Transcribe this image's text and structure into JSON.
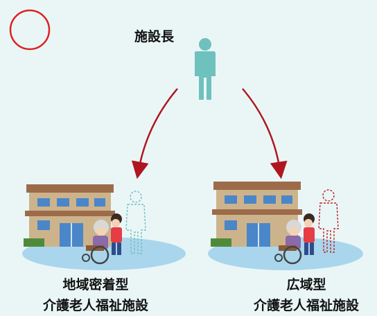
{
  "title": "施設長",
  "left_facility": {
    "line1": "地域密着型",
    "line2": "介護老人福祉施設"
  },
  "right_facility": {
    "line1": "広域型",
    "line2": "介護老人福祉施設"
  },
  "colors": {
    "background": "#eaf6f6",
    "person": "#6fc1be",
    "arrow": "#b01520",
    "circle_mark": "#e02020",
    "ghost_left": "#6fc1be",
    "ghost_right": "#c0202a",
    "building": "#c9b08a",
    "roof": "#9c6b4a"
  },
  "icons": [
    "circle-mark",
    "person-icon",
    "arrow-icon",
    "building-icon",
    "ghost-person-icon",
    "caregiver-icon",
    "wheelchair-icon"
  ]
}
